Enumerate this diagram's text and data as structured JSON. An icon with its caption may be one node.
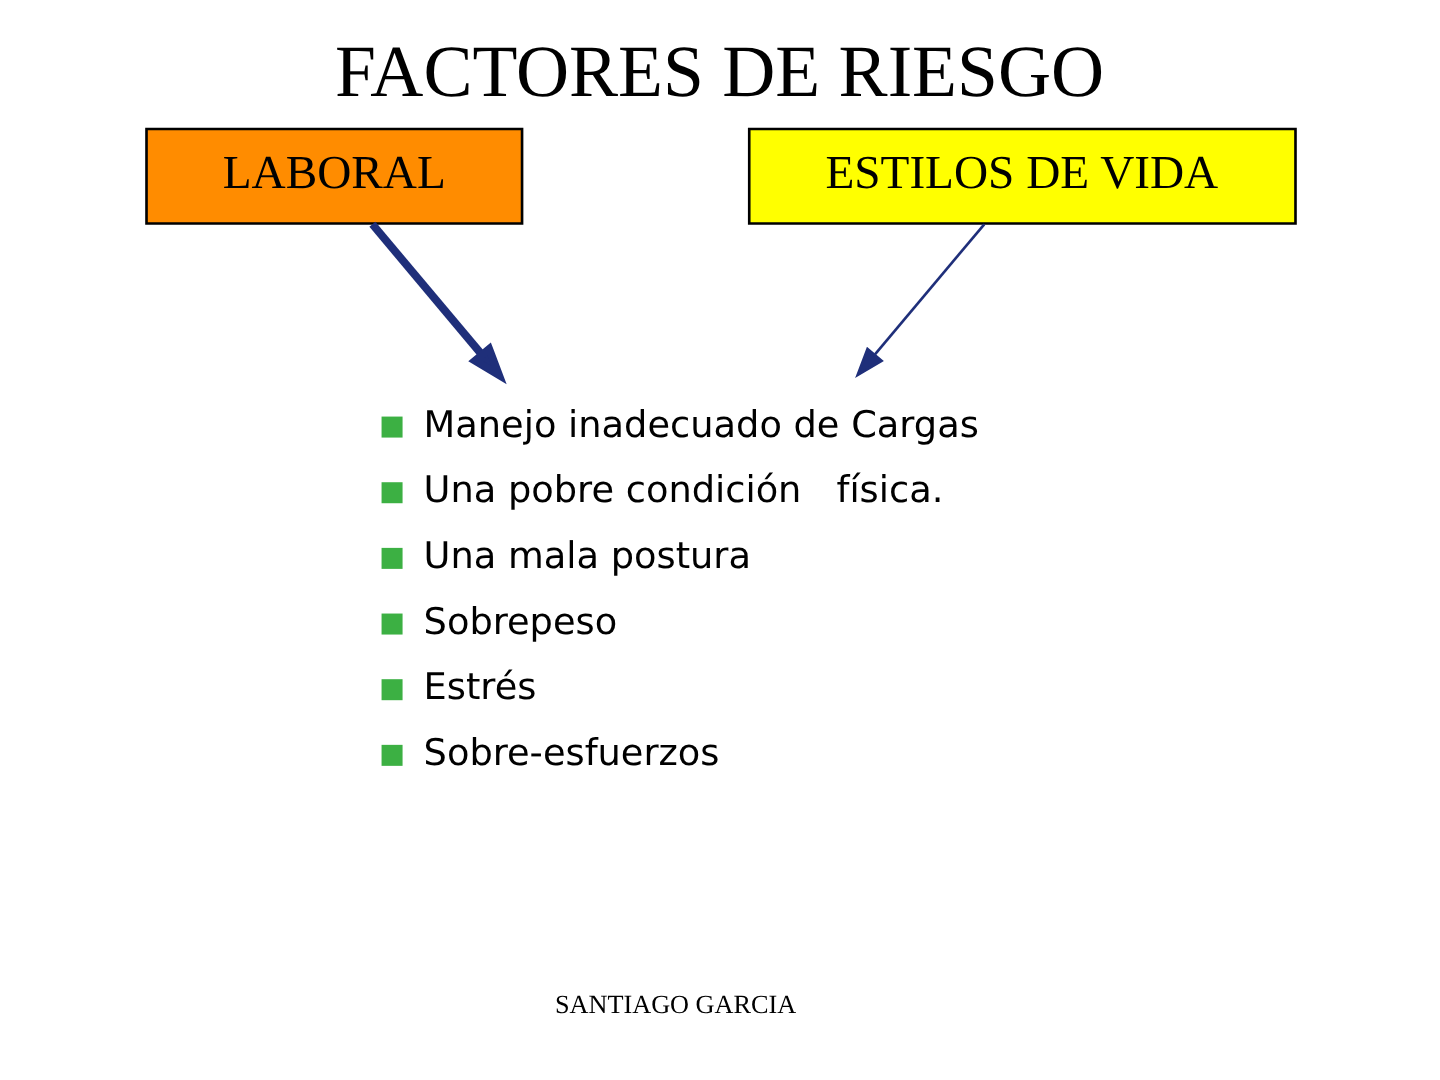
{
  "diagram": {
    "title": "FACTORES DE RIESGO",
    "nodes": [
      {
        "text": [
          "LABORAL"
        ]
      },
      {
        "text": [
          "ESTILOS DE VIDA"
        ]
      },
      {
        "text": [
          "Manejo inadecuado de Cargas",
          "Una pobre condición   física.",
          "Una mala postura",
          "Sobrepeso",
          "Estrés",
          "Sobre-esfuerzos"
        ]
      }
    ],
    "edges": [
      {
        "from": 0,
        "to": 2,
        "arrow": "to",
        "style": "thick"
      },
      {
        "from": 1,
        "to": 2,
        "arrow": "to"
      }
    ],
    "labels": [
      "SANTIAGO GARCIA"
    ]
  }
}
